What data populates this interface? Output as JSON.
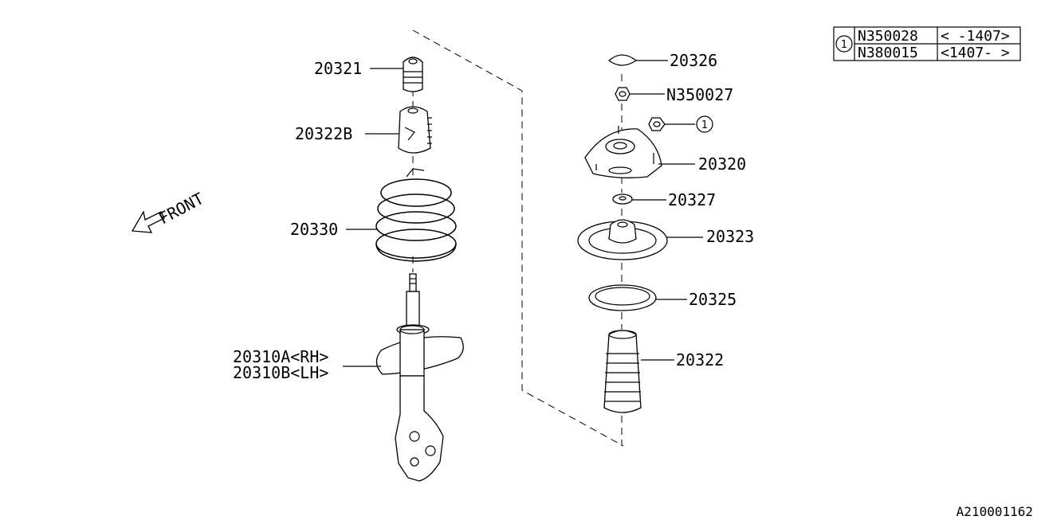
{
  "front_label": "FRONT",
  "parts": {
    "p20321": "20321",
    "p20322B": "20322B",
    "p20330": "20330",
    "p20310A": "20310A<RH>",
    "p20310B": "20310B<LH>",
    "p20326": "20326",
    "pN350027": "N350027",
    "p20320": "20320",
    "p20327": "20327",
    "p20323": "20323",
    "p20325": "20325",
    "p20322": "20322"
  },
  "callout": "1",
  "table": {
    "marker": "1",
    "rows": [
      {
        "part": "N350028",
        "range": "< -1407>"
      },
      {
        "part": "N380015",
        "range": "<1407- >"
      }
    ]
  },
  "reference": "A210001162"
}
